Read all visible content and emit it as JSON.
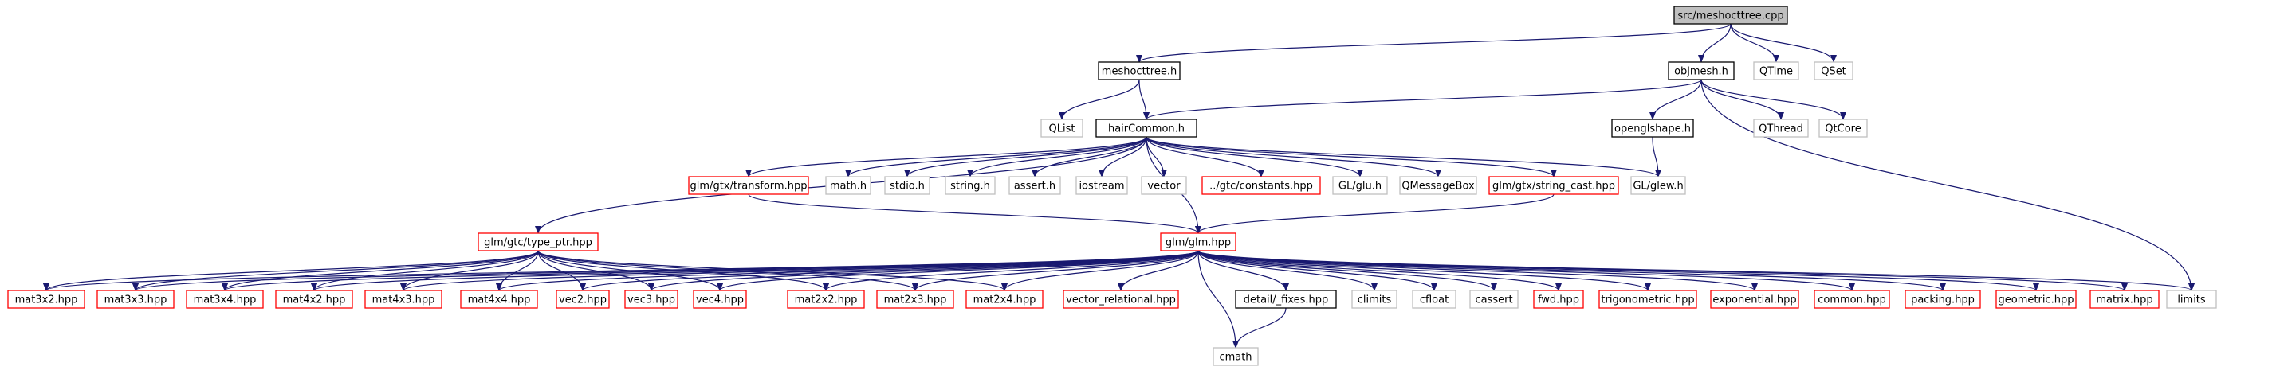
{
  "graph": {
    "nodes": [
      {
        "id": "root",
        "label": "src/meshocttree.cpp",
        "style": "root"
      },
      {
        "id": "meshocttree",
        "label": "meshocttree.h",
        "style": "black"
      },
      {
        "id": "objmesh",
        "label": "objmesh.h",
        "style": "black"
      },
      {
        "id": "qtime",
        "label": "QTime",
        "style": "gray"
      },
      {
        "id": "qset",
        "label": "QSet",
        "style": "gray"
      },
      {
        "id": "qlist",
        "label": "QList",
        "style": "gray"
      },
      {
        "id": "haircommon",
        "label": "hairCommon.h",
        "style": "black"
      },
      {
        "id": "qthread",
        "label": "QThread",
        "style": "gray"
      },
      {
        "id": "qtcore",
        "label": "QtCore",
        "style": "gray"
      },
      {
        "id": "openglshape",
        "label": "openglshape.h",
        "style": "black"
      },
      {
        "id": "transform",
        "label": "glm/gtx/transform.hpp",
        "style": "red"
      },
      {
        "id": "math",
        "label": "math.h",
        "style": "gray"
      },
      {
        "id": "stdio",
        "label": "stdio.h",
        "style": "gray"
      },
      {
        "id": "string",
        "label": "string.h",
        "style": "gray"
      },
      {
        "id": "assert",
        "label": "assert.h",
        "style": "gray"
      },
      {
        "id": "iostream",
        "label": "iostream",
        "style": "gray"
      },
      {
        "id": "vector",
        "label": "vector",
        "style": "gray"
      },
      {
        "id": "constants",
        "label": "../gtc/constants.hpp",
        "style": "red"
      },
      {
        "id": "glu",
        "label": "GL/glu.h",
        "style": "gray"
      },
      {
        "id": "qmessagebox",
        "label": "QMessageBox",
        "style": "gray"
      },
      {
        "id": "stringcast",
        "label": "glm/gtx/string_cast.hpp",
        "style": "red"
      },
      {
        "id": "glew",
        "label": "GL/glew.h",
        "style": "gray"
      },
      {
        "id": "typeptr",
        "label": "glm/gtc/type_ptr.hpp",
        "style": "red"
      },
      {
        "id": "glm",
        "label": "glm/glm.hpp",
        "style": "red"
      },
      {
        "id": "mat3x2",
        "label": "mat3x2.hpp",
        "style": "red"
      },
      {
        "id": "mat3x3",
        "label": "mat3x3.hpp",
        "style": "red"
      },
      {
        "id": "mat3x4",
        "label": "mat3x4.hpp",
        "style": "red"
      },
      {
        "id": "mat4x2",
        "label": "mat4x2.hpp",
        "style": "red"
      },
      {
        "id": "mat4x3",
        "label": "mat4x3.hpp",
        "style": "red"
      },
      {
        "id": "mat4x4",
        "label": "mat4x4.hpp",
        "style": "red"
      },
      {
        "id": "vec2",
        "label": "vec2.hpp",
        "style": "red"
      },
      {
        "id": "vec3",
        "label": "vec3.hpp",
        "style": "red"
      },
      {
        "id": "vec4",
        "label": "vec4.hpp",
        "style": "red"
      },
      {
        "id": "mat2x2",
        "label": "mat2x2.hpp",
        "style": "red"
      },
      {
        "id": "mat2x3",
        "label": "mat2x3.hpp",
        "style": "red"
      },
      {
        "id": "mat2x4",
        "label": "mat2x4.hpp",
        "style": "red"
      },
      {
        "id": "vecrel",
        "label": "vector_relational.hpp",
        "style": "red"
      },
      {
        "id": "fixes",
        "label": "detail/_fixes.hpp",
        "style": "black"
      },
      {
        "id": "climits",
        "label": "climits",
        "style": "gray"
      },
      {
        "id": "cfloat",
        "label": "cfloat",
        "style": "gray"
      },
      {
        "id": "cassert",
        "label": "cassert",
        "style": "gray"
      },
      {
        "id": "fwd",
        "label": "fwd.hpp",
        "style": "red"
      },
      {
        "id": "trig",
        "label": "trigonometric.hpp",
        "style": "red"
      },
      {
        "id": "expo",
        "label": "exponential.hpp",
        "style": "red"
      },
      {
        "id": "common",
        "label": "common.hpp",
        "style": "red"
      },
      {
        "id": "packing",
        "label": "packing.hpp",
        "style": "red"
      },
      {
        "id": "geometric",
        "label": "geometric.hpp",
        "style": "red"
      },
      {
        "id": "matrix",
        "label": "matrix.hpp",
        "style": "red"
      },
      {
        "id": "limits",
        "label": "limits",
        "style": "gray"
      },
      {
        "id": "cmath",
        "label": "cmath",
        "style": "gray"
      }
    ],
    "edges": [
      [
        "root",
        "meshocttree"
      ],
      [
        "root",
        "objmesh"
      ],
      [
        "root",
        "qtime"
      ],
      [
        "root",
        "qset"
      ],
      [
        "meshocttree",
        "qlist"
      ],
      [
        "meshocttree",
        "haircommon"
      ],
      [
        "objmesh",
        "haircommon"
      ],
      [
        "objmesh",
        "openglshape"
      ],
      [
        "objmesh",
        "qthread"
      ],
      [
        "objmesh",
        "qtcore"
      ],
      [
        "objmesh",
        "limits"
      ],
      [
        "openglshape",
        "glew"
      ],
      [
        "haircommon",
        "typeptr"
      ],
      [
        "haircommon",
        "transform"
      ],
      [
        "haircommon",
        "math"
      ],
      [
        "haircommon",
        "stdio"
      ],
      [
        "haircommon",
        "string"
      ],
      [
        "haircommon",
        "assert"
      ],
      [
        "haircommon",
        "iostream"
      ],
      [
        "haircommon",
        "vector"
      ],
      [
        "haircommon",
        "constants"
      ],
      [
        "haircommon",
        "glu"
      ],
      [
        "haircommon",
        "qmessagebox"
      ],
      [
        "haircommon",
        "stringcast"
      ],
      [
        "haircommon",
        "glew"
      ],
      [
        "haircommon",
        "glm"
      ],
      [
        "transform",
        "glm"
      ],
      [
        "stringcast",
        "glm"
      ],
      [
        "typeptr",
        "mat3x2"
      ],
      [
        "typeptr",
        "mat3x3"
      ],
      [
        "typeptr",
        "mat3x4"
      ],
      [
        "typeptr",
        "mat4x2"
      ],
      [
        "typeptr",
        "mat4x3"
      ],
      [
        "typeptr",
        "mat4x4"
      ],
      [
        "typeptr",
        "vec2"
      ],
      [
        "typeptr",
        "vec3"
      ],
      [
        "typeptr",
        "vec4"
      ],
      [
        "typeptr",
        "mat2x2"
      ],
      [
        "typeptr",
        "mat2x3"
      ],
      [
        "typeptr",
        "mat2x4"
      ],
      [
        "glm",
        "mat3x2"
      ],
      [
        "glm",
        "mat3x3"
      ],
      [
        "glm",
        "mat3x4"
      ],
      [
        "glm",
        "mat4x2"
      ],
      [
        "glm",
        "mat4x3"
      ],
      [
        "glm",
        "mat4x4"
      ],
      [
        "glm",
        "vec2"
      ],
      [
        "glm",
        "vec3"
      ],
      [
        "glm",
        "vec4"
      ],
      [
        "glm",
        "mat2x2"
      ],
      [
        "glm",
        "mat2x3"
      ],
      [
        "glm",
        "mat2x4"
      ],
      [
        "glm",
        "vecrel"
      ],
      [
        "glm",
        "fixes"
      ],
      [
        "glm",
        "climits"
      ],
      [
        "glm",
        "cfloat"
      ],
      [
        "glm",
        "cassert"
      ],
      [
        "glm",
        "fwd"
      ],
      [
        "glm",
        "trig"
      ],
      [
        "glm",
        "expo"
      ],
      [
        "glm",
        "common"
      ],
      [
        "glm",
        "packing"
      ],
      [
        "glm",
        "geometric"
      ],
      [
        "glm",
        "matrix"
      ],
      [
        "glm",
        "limits"
      ],
      [
        "glm",
        "cmath"
      ],
      [
        "fixes",
        "cmath"
      ]
    ]
  },
  "colors": {
    "edge": "#191970",
    "root_fill": "#bfbfbf",
    "black_border": "#000000",
    "gray_border": "#bfbfbf",
    "red_border": "#ff0000",
    "node_fill": "#ffffff"
  }
}
